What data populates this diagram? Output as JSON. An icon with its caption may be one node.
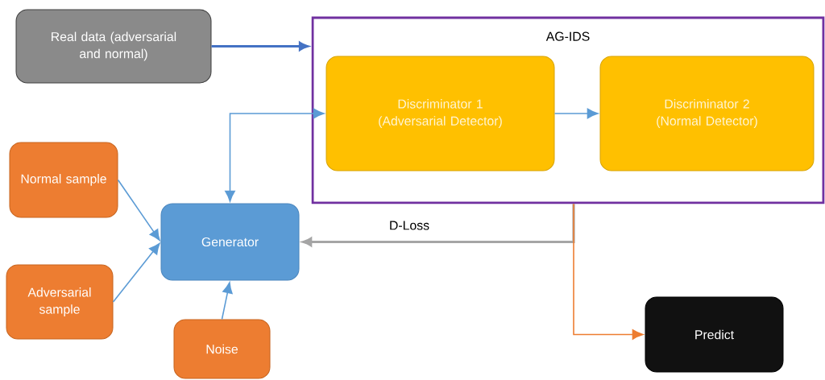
{
  "diagram": {
    "nodes": [
      {
        "text": [
          "Real data (adversarial and normal)"
        ]
      },
      {
        "text": [
          "AG-IDS"
        ]
      },
      {
        "text": [
          "Discriminator 1 (Adversarial Detector)"
        ],
        "in": 1
      },
      {
        "text": [
          "Discriminator 2 (Normal Detector)"
        ],
        "in": 1
      },
      {
        "text": [
          "Normal sample"
        ]
      },
      {
        "text": [
          "Adversarial sample"
        ]
      },
      {
        "text": [
          "Generator"
        ]
      },
      {
        "text": [
          "Noise"
        ]
      },
      {
        "text": [
          "Predict"
        ]
      }
    ],
    "edges": [
      {
        "from": 0,
        "to": 1,
        "arrow": "to",
        "style": "thick",
        "color": "#4472c4"
      },
      {
        "from": 6,
        "to": 2,
        "arrow": "both"
      },
      {
        "from": 2,
        "to": 3,
        "arrow": "to"
      },
      {
        "from": 4,
        "to": 6,
        "arrow": "to"
      },
      {
        "from": 5,
        "to": 6,
        "arrow": "to"
      },
      {
        "from": 7,
        "to": 6,
        "arrow": "to"
      },
      {
        "from": 1,
        "to": 6,
        "arrow": "to",
        "label": "D-Loss",
        "style": "thick",
        "color": "#a5a5a5"
      },
      {
        "from": 1,
        "to": 8,
        "arrow": "to",
        "color": "#ed7d31"
      }
    ]
  }
}
